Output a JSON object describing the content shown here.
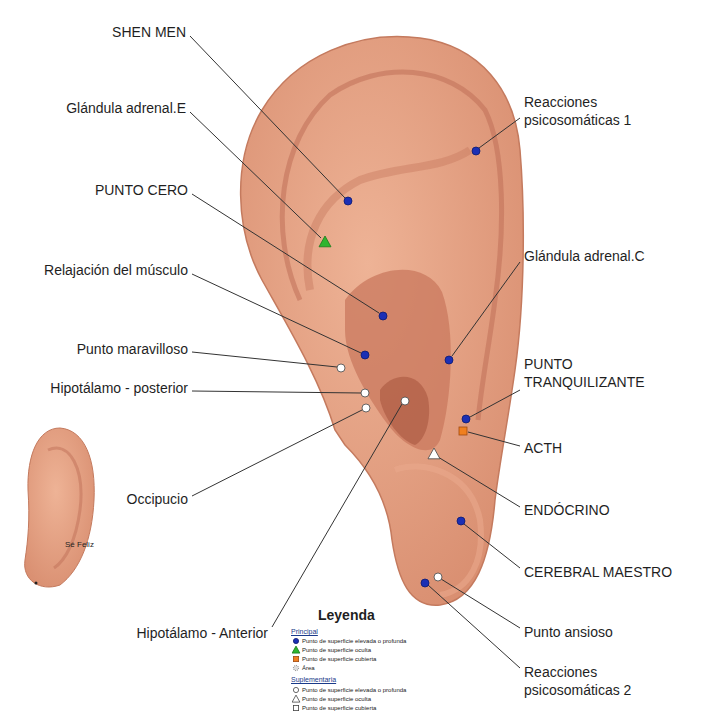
{
  "diagram": {
    "labels": [
      "SHEN MEN",
      "Glándula adrenal.E",
      "PUNTO CERO",
      "Relajación del músculo",
      "Punto maravilloso",
      "Hipotálamo - posterior",
      "Occipucio",
      "Hipotálamo - Anterior",
      "Reacciones psicosomáticas 1",
      "Glándula adrenal.C",
      "PUNTO TRANQUILIZANTE",
      "ACTH",
      "ENDÓCRINO",
      "CEREBRAL MAESTRO",
      "Punto ansioso",
      "Reacciones psicosomáticas 2",
      "Sé Feliz",
      "Leyenda",
      "Principal",
      "Suplementaria"
    ],
    "legend": [
      {
        "text": "Punto de superficie elevada o profunda"
      },
      {
        "text": "Punto de superficie oculta"
      },
      {
        "text": "Punto de superficie cubierta"
      },
      {
        "text": "Área"
      },
      {
        "text": "Punto de superficie elevada o profunda"
      },
      {
        "text": "Punto de superficie oculta"
      },
      {
        "text": "Punto de superficie cubierta"
      }
    ]
  }
}
